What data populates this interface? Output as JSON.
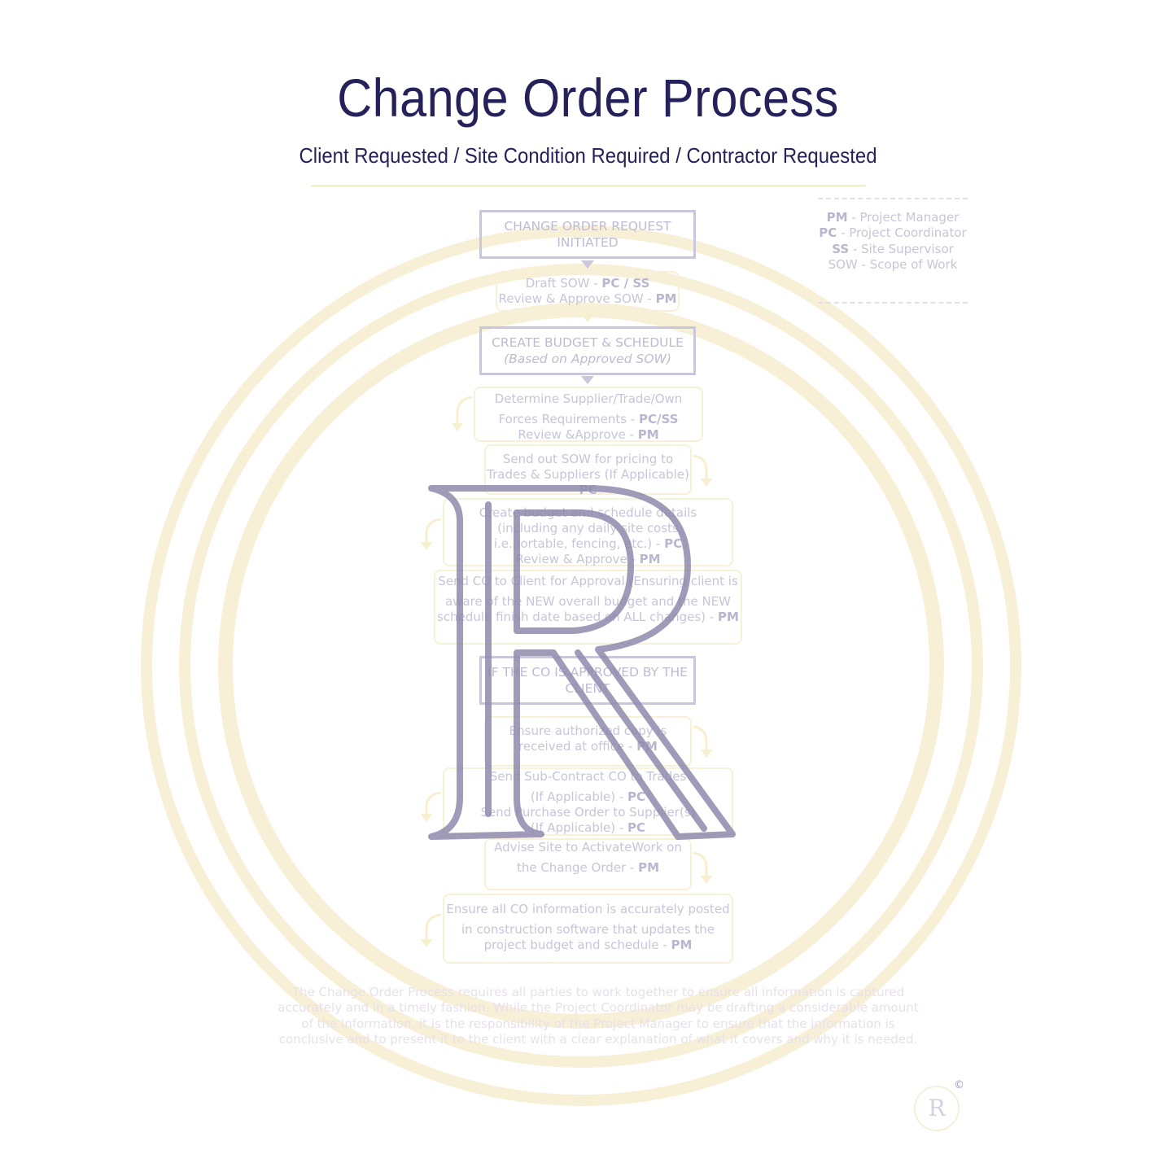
{
  "header": {
    "title": "Change Order Process",
    "subtitle": "Client Requested / Site Condition Required / Contractor Requested"
  },
  "legend": [
    {
      "abbr": "PM",
      "text": " - Project Manager"
    },
    {
      "abbr": "PC",
      "text": " - Project Coordinator"
    },
    {
      "abbr": "SS",
      "text": " - Site Supervisor"
    },
    {
      "abbr": "",
      "text": "SOW - Scope of Work"
    }
  ],
  "flow": {
    "initiated": {
      "line1": "CHANGE ORDER REQUEST",
      "line2": "INITIATED"
    },
    "draft_sow": {
      "line1_a": "Draft SOW - ",
      "line1_b": "PC / SS",
      "line2_a": "Review & Approve SOW - ",
      "line2_b": "PM"
    },
    "create_budget": {
      "line1": "CREATE BUDGET & SCHEDULE",
      "line2": "(Based on Approved SOW)"
    },
    "determine": {
      "line1": "Determine Supplier/Trade/Own",
      "line2_a": "Forces Requirements - ",
      "line2_b": "PC/SS",
      "line3_a": "Review &Approve - ",
      "line3_b": "PM"
    },
    "send_sow": {
      "line1": "Send out SOW for pricing to",
      "line2": "Trades & Suppliers (If Applicable)",
      "line3": "PC"
    },
    "budget_details": {
      "line1": "Create budget and schedule details",
      "line2": "(including any daily site costs",
      "line3_a": "i.e.portable, fencing, etc.) - ",
      "line3_b": "PC",
      "line4_a": "Review & Approve - ",
      "line4_b": "PM"
    },
    "send_co": {
      "line1": "Send CO to Client for Approval (Ensuring client is",
      "line2": "aware of the NEW overall budget and the NEW",
      "line3_a": "schedule finish date based on ALL changes) - ",
      "line3_b": "PM"
    },
    "if_approved": {
      "line1": "IF THE CO IS APPROVED BY THE",
      "line2": "CLIENT"
    },
    "ensure_copy": {
      "line1": "Ensure authorized copy is",
      "line2_a": "received at office - ",
      "line2_b": "PM"
    },
    "sub_contract": {
      "line1": "Send Sub-Contract CO to Trades",
      "line2_a": "(If Applicable) - ",
      "line2_b": "PC",
      "line3": "Send Purchase Order to Supplier(s)",
      "line4_a": "(If Applicable) - ",
      "line4_b": "PC"
    },
    "advise_site": {
      "line1": "Advise Site to ActivateWork on",
      "line2_a": "the Change Order - ",
      "line2_b": "PM"
    },
    "post_info": {
      "line1": "Ensure all CO information is accurately posted",
      "line2": "in construction software that updates the",
      "line3_a": "project budget and schedule - ",
      "line3_b": "PM"
    }
  },
  "footer": {
    "text": "The Change Order Process requires all parties to work together to ensure all information is captured accurately and in a timely fashion. While the Project Coordinator may be drafting a considerable amount of the information, it is the responsibility of the Project Manager to ensure that the information is conclusive and to present it to the client with a clear explanation of what it covers and why it is needed."
  },
  "watermark": {
    "letter": "R",
    "copyright": "©",
    "logo_letter": "R"
  },
  "colors": {
    "title": "#25215a",
    "gold_ring": "#f7edcd",
    "watermark_r": "#8f8aac"
  }
}
